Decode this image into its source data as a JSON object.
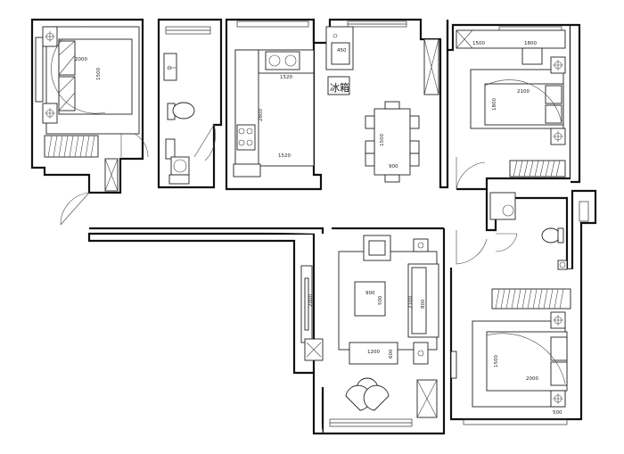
{
  "rooms": {
    "bedroom_nw": {
      "bed_width": "2000",
      "bed_length": "1500"
    },
    "kitchen": {
      "top_width": "1520",
      "side_length": "2800",
      "bottom_width": "1520"
    },
    "fridge": {
      "label": "冰箱",
      "cab_label": "450"
    },
    "dining": {
      "table_length": "1500",
      "table_width": "900"
    },
    "bedroom_ne": {
      "top_label": "1500",
      "wardrobe_label": "1800",
      "bed_width": "2100",
      "bed_length": "1800"
    },
    "living": {
      "tv_length": "2000",
      "ottoman_w": "900",
      "ottoman_h": "500",
      "sofa_length": "2100",
      "sofa_depth": "800",
      "coffee_length": "1200",
      "coffee_width": "600"
    },
    "bedroom_se": {
      "bed_length": "1500",
      "bed_width": "2000",
      "bottom_label": "500"
    }
  }
}
